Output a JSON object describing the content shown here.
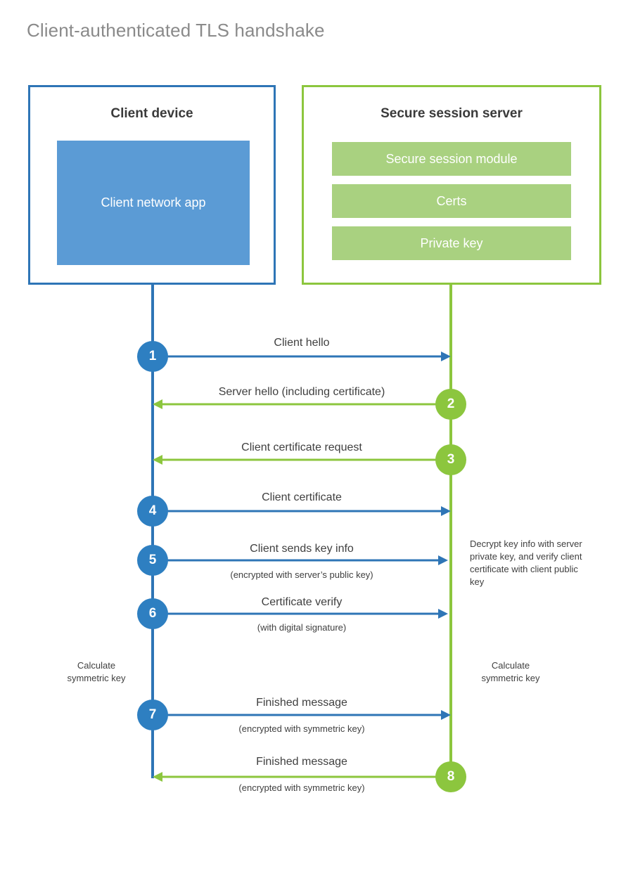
{
  "title": "Client-authenticated TLS handshake",
  "colors": {
    "client_border": "#2e75b6",
    "client_fill": "#5b9bd5",
    "client_step": "#2e7fc1",
    "server_border": "#8cc63e",
    "server_fill": "#a9d180",
    "server_step": "#8cc63e",
    "title_text": "#8a8a8a",
    "body_text": "#3f3f3f",
    "background": "#ffffff"
  },
  "parties": {
    "client": {
      "title": "Client device",
      "block": "Client network app"
    },
    "server": {
      "title": "Secure session server",
      "blocks": [
        "Secure session module",
        "Certs",
        "Private key"
      ]
    }
  },
  "steps": [
    {
      "number": "1",
      "label": "Client hello",
      "sublabel": "",
      "direction": "client-to-server",
      "actor": "client"
    },
    {
      "number": "2",
      "label": "Server hello (including certificate)",
      "sublabel": "",
      "direction": "server-to-client",
      "actor": "server"
    },
    {
      "number": "3",
      "label": "Client certificate request",
      "sublabel": "",
      "direction": "server-to-client",
      "actor": "server"
    },
    {
      "number": "4",
      "label": "Client certificate",
      "sublabel": "",
      "direction": "client-to-server",
      "actor": "client"
    },
    {
      "number": "5",
      "label": "Client sends key info",
      "sublabel": "(encrypted with server’s public key)",
      "direction": "client-to-server",
      "actor": "client"
    },
    {
      "number": "6",
      "label": "Certificate verify",
      "sublabel": "(with digital signature)",
      "direction": "client-to-server",
      "actor": "client"
    },
    {
      "number": "7",
      "label": "Finished message",
      "sublabel": "(encrypted with symmetric key)",
      "direction": "client-to-server",
      "actor": "client"
    },
    {
      "number": "8",
      "label": "Finished message",
      "sublabel": "(encrypted with symmetric key)",
      "direction": "server-to-client",
      "actor": "server"
    }
  ],
  "notes": {
    "server_decrypt": "Decrypt key info with server private key, and verify client certificate with client public key",
    "client_calc_line1": "Calculate",
    "client_calc_line2": "symmetric key",
    "server_calc_line1": "Calculate",
    "server_calc_line2": "symmetric key"
  }
}
